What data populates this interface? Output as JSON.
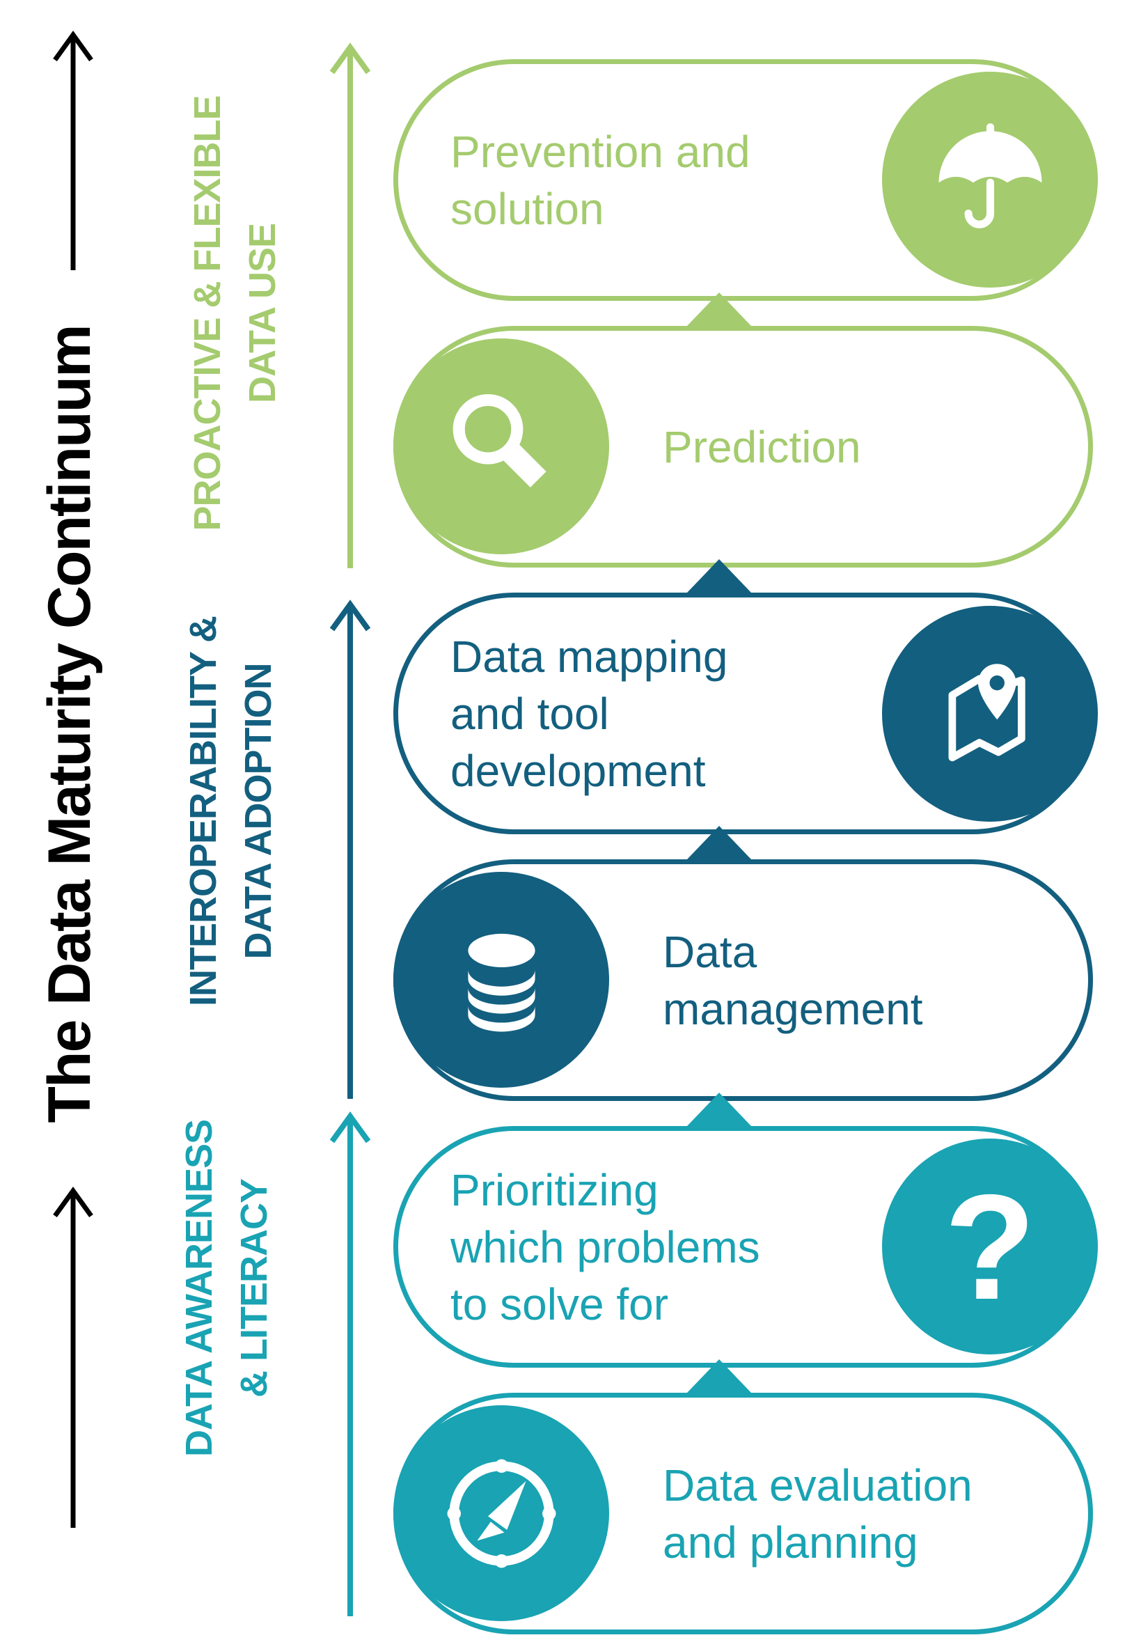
{
  "title": "The Data Maturity Continuum",
  "colors": {
    "green": "#a4cb6e",
    "darkblue": "#135f7f",
    "teal": "#19a3b3",
    "black": "#000000",
    "white": "#ffffff"
  },
  "sections": [
    {
      "label": "PROACTIVE & FLEXIBLE\nDATA USE",
      "color": "green"
    },
    {
      "label": "INTEROPERABILITY &\nDATA ADOPTION",
      "color": "darkblue"
    },
    {
      "label": "DATA AWARENESS\n& LITERACY",
      "color": "teal"
    }
  ],
  "stages": [
    {
      "label": "Prevention and\nsolution",
      "icon": "umbrella-icon",
      "section": "PROACTIVE & FLEXIBLE DATA USE"
    },
    {
      "label": "Prediction",
      "icon": "magnifier-icon",
      "section": "PROACTIVE & FLEXIBLE DATA USE"
    },
    {
      "label": "Data mapping\nand tool\ndevelopment",
      "icon": "map-pin-icon",
      "section": "INTEROPERABILITY & DATA ADOPTION"
    },
    {
      "label": "Data\nmanagement",
      "icon": "database-icon",
      "section": "INTEROPERABILITY & DATA ADOPTION"
    },
    {
      "label": "Prioritizing\nwhich problems\nto solve for",
      "icon": "question-mark-icon",
      "glyph": "?",
      "section": "DATA AWARENESS & LITERACY"
    },
    {
      "label": "Data evaluation\nand planning",
      "icon": "compass-icon",
      "section": "DATA AWARENESS & LITERACY"
    }
  ]
}
